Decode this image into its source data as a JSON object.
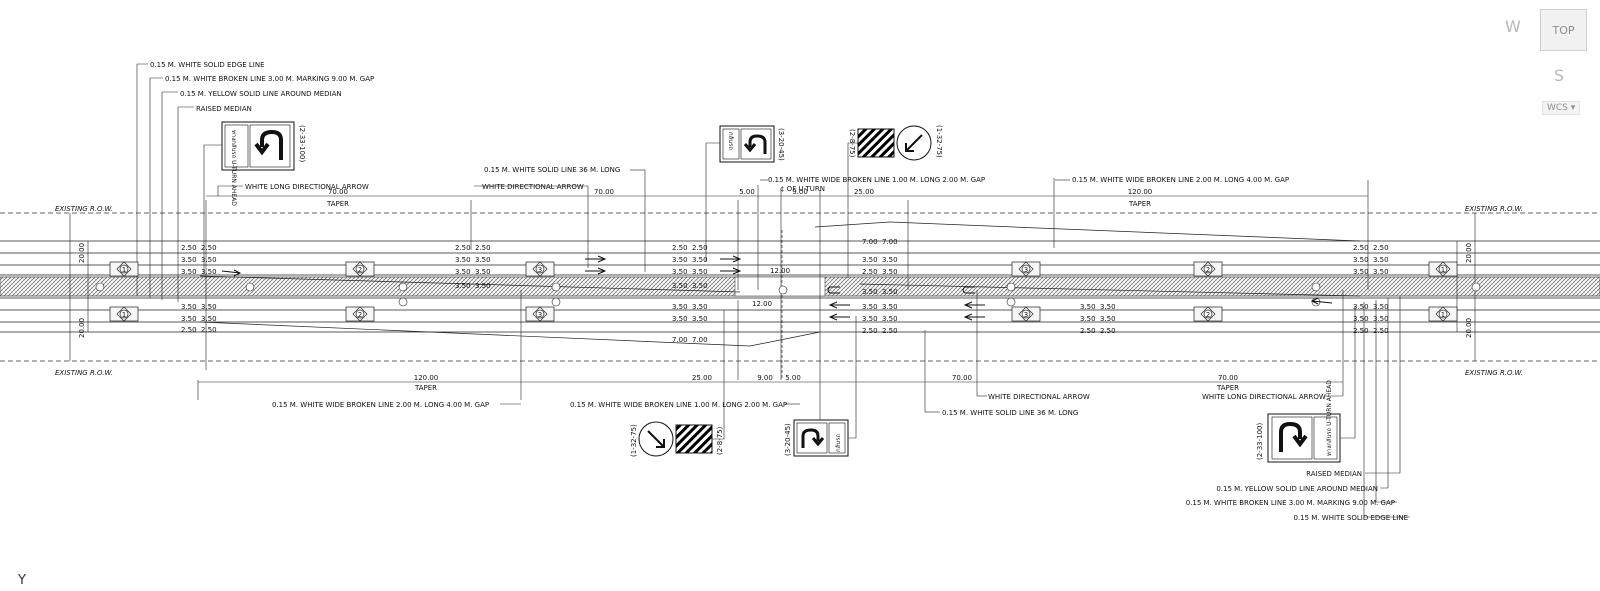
{
  "viewcube": {
    "top": "TOP",
    "west": "W",
    "south": "S",
    "wcs": "WCS",
    "wcs_arrow": "chevron-down-icon"
  },
  "ucs": {
    "axis_y": "Y"
  },
  "notes_left": {
    "edge": "0.15 M. WHITE SOLID EDGE LINE",
    "broken": "0.15 M. WHITE BROKEN LINE  3.00 M. MARKING 9.00 M. GAP",
    "yellow": "0.15 M. YELLOW SOLID LINE AROUND MEDIAN",
    "median": "RAISED MEDIAN"
  },
  "notes_right": {
    "edge": "0.15 M. WHITE SOLID EDGE LINE",
    "broken": "0.15 M. WHITE BROKEN LINE  3.00 M. MARKING 9.00 M. GAP",
    "yellow": "0.15 M. YELLOW SOLID LINE AROUND MEDIAN",
    "median": "RAISED MEDIAN"
  },
  "notes_top": {
    "long_arrow": "WHITE LONG DIRECTIONAL ARROW",
    "solid36": "0.15 M. WHITE SOLID LINE 36 M. LONG",
    "dir_arrow": "WHITE DIRECTIONAL ARROW",
    "wide_broken_100": "0.15 M. WHITE WIDE BROKEN LINE 1.00 M. LONG 2.00 M. GAP",
    "cl_uturn": "¢ OF U-TURN",
    "wide_broken_200": "0.15 M. WHITE WIDE BROKEN LINE 2.00 M. LONG 4.00 M. GAP"
  },
  "notes_bottom": {
    "wide_broken_200": "0.15 M. WHITE WIDE BROKEN LINE 2.00 M. LONG 4.00 M. GAP",
    "wide_broken_100": "0.15 M. WHITE WIDE BROKEN LINE 1.00 M. LONG 2.00 M. GAP",
    "dir_arrow": "WHITE DIRECTIONAL ARROW",
    "solid36": "0.15 M. WHITE SOLID LINE 36 M. LONG",
    "long_arrow": "WHITE LONG DIRECTIONAL ARROW"
  },
  "row": {
    "existing": "EXISTING R.O.W."
  },
  "dims_top": {
    "d70a": "70.00",
    "taper_a": "TAPER",
    "d70b": "70.00",
    "d500": "5.00",
    "d900": "9.00",
    "d25": "25.00",
    "d120": "120.00",
    "taper_b": "TAPER"
  },
  "dims_bottom": {
    "d120": "120.00",
    "taper_a": "TAPER",
    "d25": "25.00",
    "d900": "9.00",
    "d500": "5.00",
    "d70a": "70.00",
    "d70b": "70.00",
    "taper_b": "TAPER"
  },
  "offsets": {
    "left_top": "20.00",
    "left_bot": "20.00",
    "right_top": "20.00",
    "right_bot": "20.00"
  },
  "lane_widths": {
    "shoulder": "2.50",
    "lane": "3.50",
    "turn": "7.00",
    "uturn": "12.00"
  },
  "signs": {
    "uturn_code": "(2-33-100)",
    "uturn_text": "ทางกลับรถ\nU-TURN AHEAD",
    "uturn_small_code": "(3-20-45)",
    "uturn_small_text": "กลับรถ",
    "keep_code": "(1-32-75)",
    "hazard_code": "(2-8-75)"
  },
  "markers": [
    "1",
    "2",
    "3",
    "3",
    "2",
    "1",
    "1",
    "2",
    "3",
    "3",
    "2",
    "1"
  ]
}
